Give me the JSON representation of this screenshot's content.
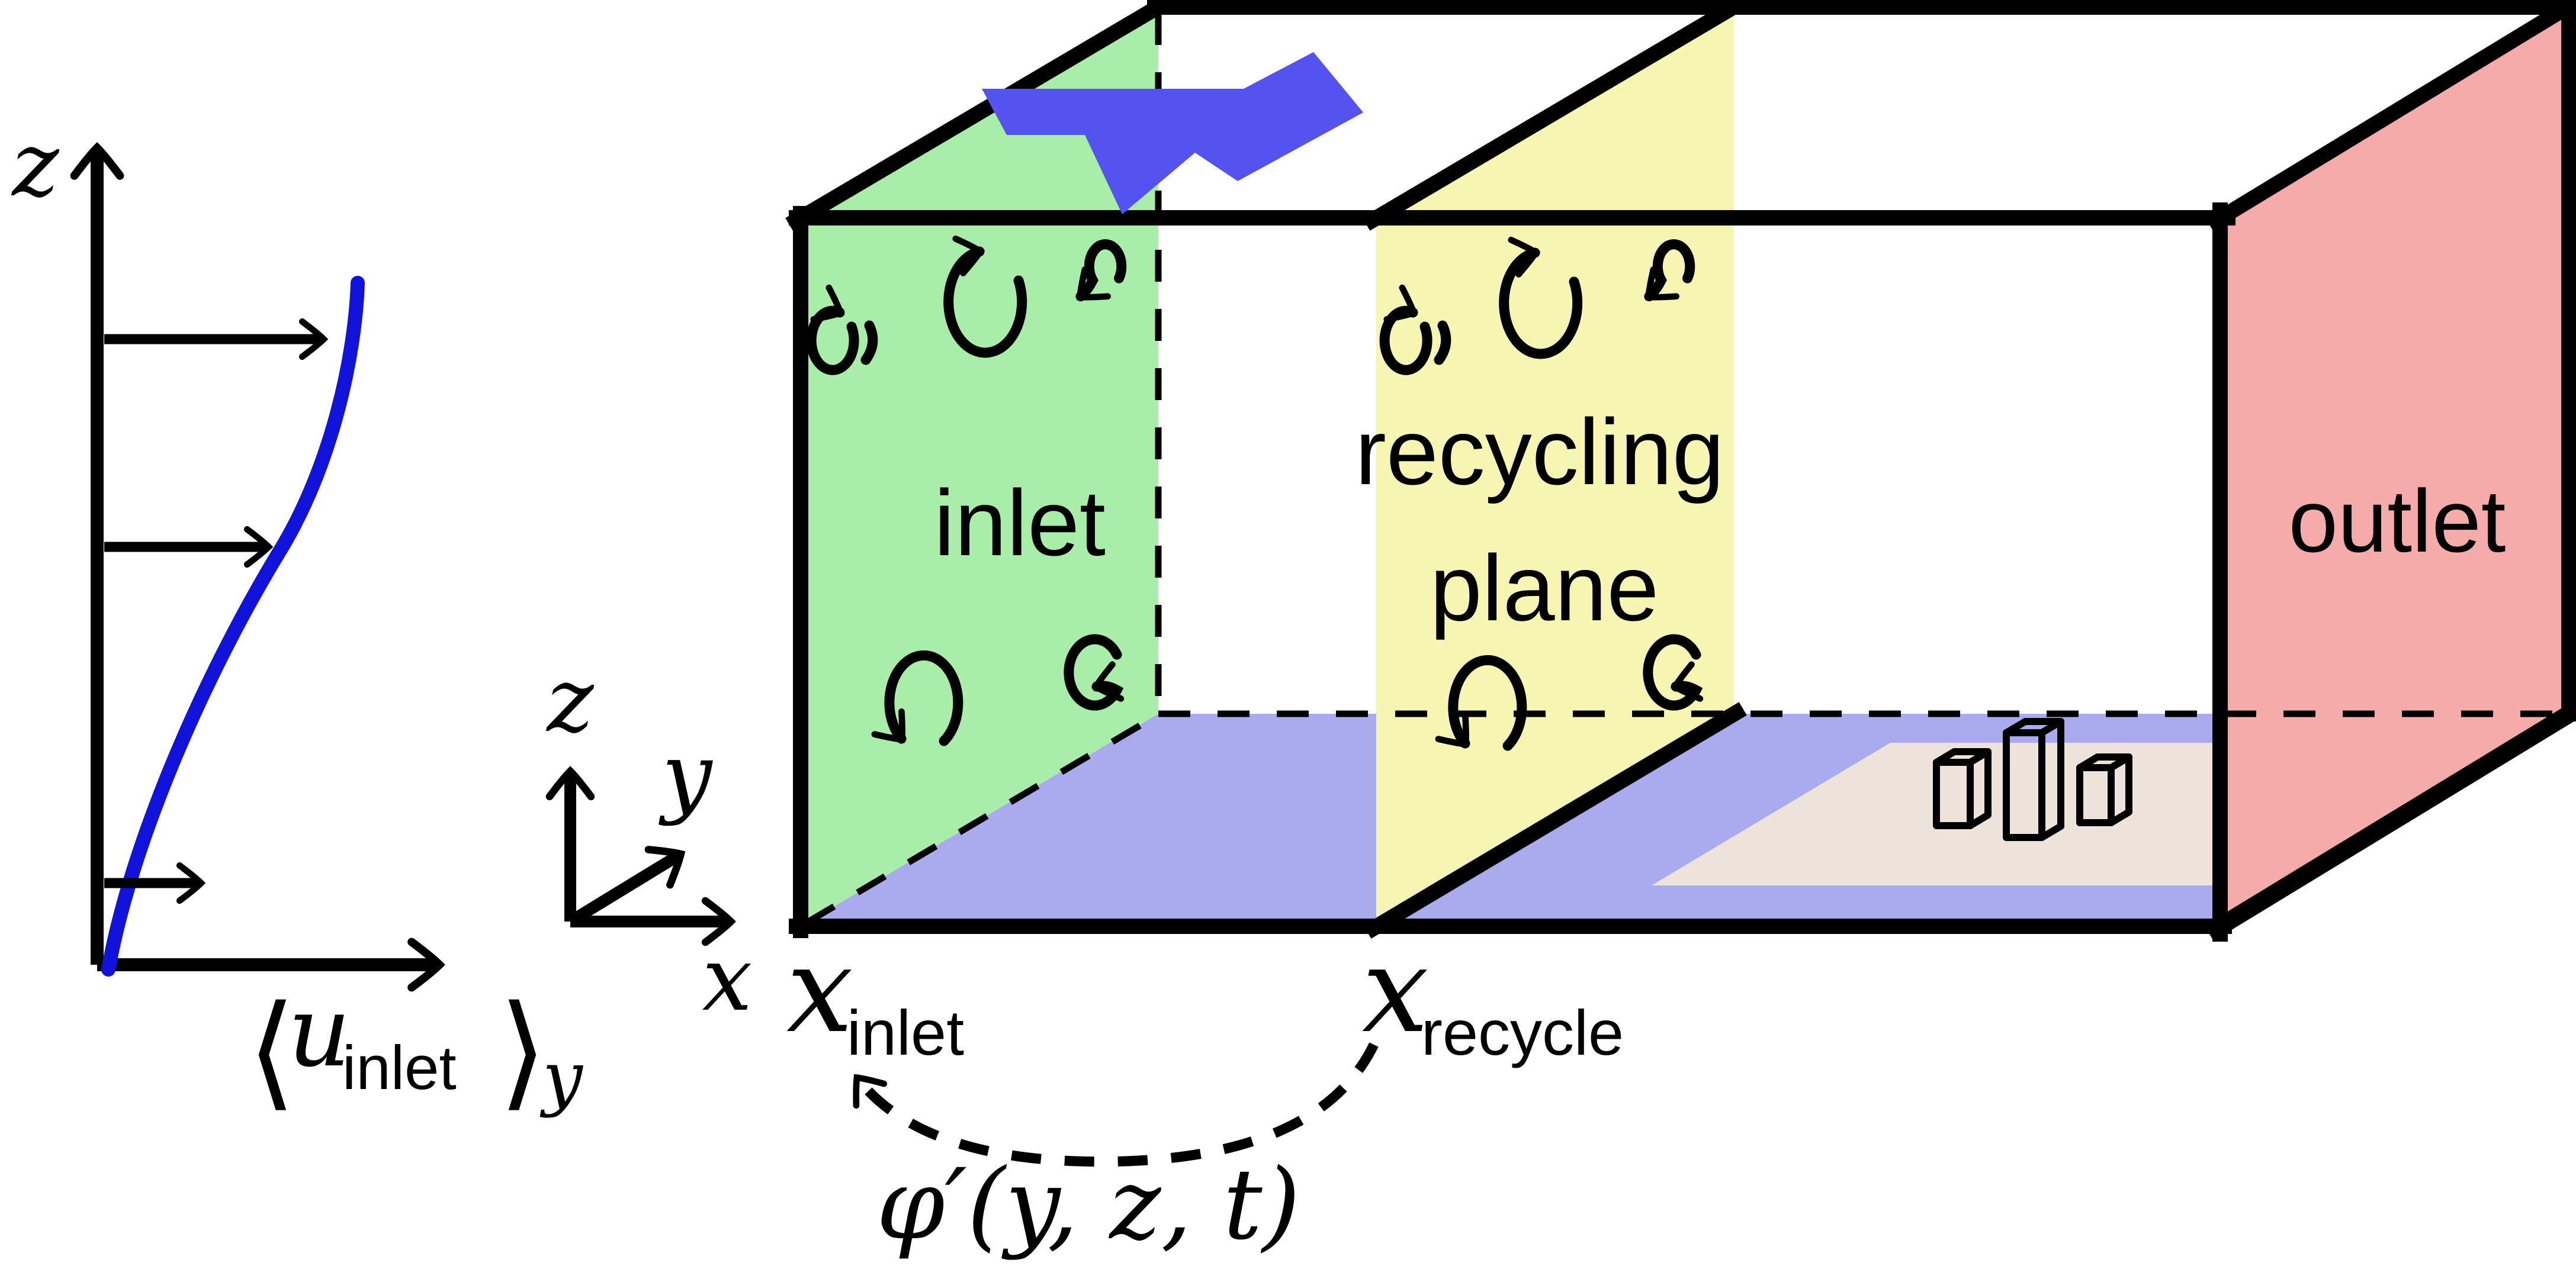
{
  "labels": {
    "profile": {
      "z": "z",
      "bracket_open": "⟨",
      "u": "u",
      "u_sub": "inlet",
      "bracket_close": "⟩",
      "avg_sub": "y"
    },
    "axes": {
      "x": "x",
      "y": "y",
      "z": "z"
    },
    "faces": {
      "inlet": "inlet",
      "recycling_line1": "recycling",
      "recycling_line2": "plane",
      "outlet": "outlet"
    },
    "positions": {
      "x_inlet_base": "x",
      "x_inlet_sub": "inlet",
      "x_recycle_base": "x",
      "x_recycle_sub": "recycle"
    },
    "fluctuation": "φ′(y, z, t)"
  },
  "colors": {
    "inlet_plane": "#a8eda8",
    "recycle_plane": "#f6f6b2",
    "outlet_plane": "#f6abab",
    "floor": "#aaaaee",
    "urban_patch": "#eee3da",
    "flow_arrow": "#5553ef",
    "profile_curve": "#1212dd",
    "edges": "#000000"
  },
  "icons": {
    "vortex_icon": "↺",
    "flow_arrow_icon": "➔"
  }
}
